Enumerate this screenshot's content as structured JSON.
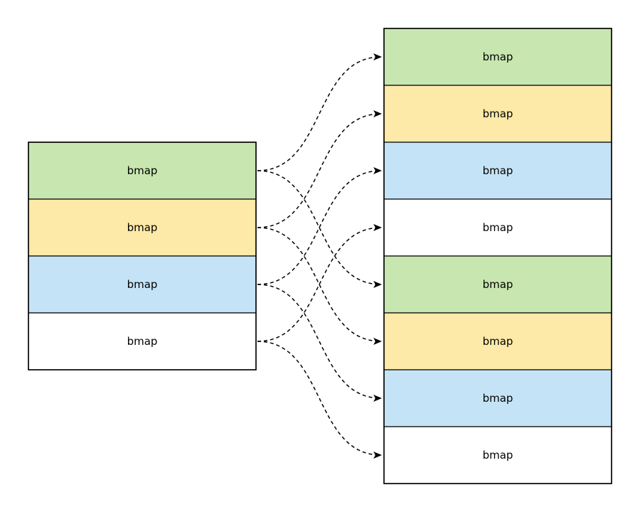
{
  "diagram": {
    "source_array": {
      "cells": [
        {
          "label": "bmap",
          "color": "#c8e6b0"
        },
        {
          "label": "bmap",
          "color": "#fde9a8"
        },
        {
          "label": "bmap",
          "color": "#c5e3f6"
        },
        {
          "label": "bmap",
          "color": "#ffffff"
        }
      ]
    },
    "target_array": {
      "cells": [
        {
          "label": "bmap",
          "color": "#c8e6b0"
        },
        {
          "label": "bmap",
          "color": "#fde9a8"
        },
        {
          "label": "bmap",
          "color": "#c5e3f6"
        },
        {
          "label": "bmap",
          "color": "#ffffff"
        },
        {
          "label": "bmap",
          "color": "#c8e6b0"
        },
        {
          "label": "bmap",
          "color": "#fde9a8"
        },
        {
          "label": "bmap",
          "color": "#c5e3f6"
        },
        {
          "label": "bmap",
          "color": "#ffffff"
        }
      ]
    },
    "connections": [
      {
        "from": 0,
        "to": 0
      },
      {
        "from": 0,
        "to": 4
      },
      {
        "from": 1,
        "to": 1
      },
      {
        "from": 1,
        "to": 5
      },
      {
        "from": 2,
        "to": 2
      },
      {
        "from": 2,
        "to": 6
      },
      {
        "from": 3,
        "to": 3
      },
      {
        "from": 3,
        "to": 7
      }
    ]
  }
}
